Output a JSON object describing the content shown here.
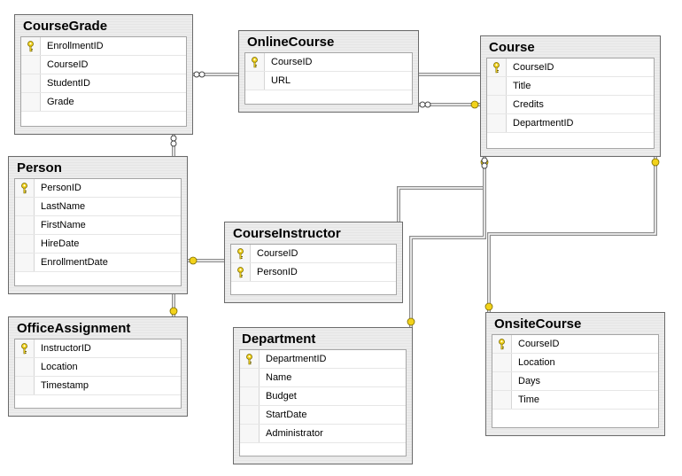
{
  "tables": [
    {
      "id": "coursegrade",
      "title": "CourseGrade",
      "columns": [
        {
          "name": "EnrollmentID",
          "key": true
        },
        {
          "name": "CourseID",
          "key": false
        },
        {
          "name": "StudentID",
          "key": false
        },
        {
          "name": "Grade",
          "key": false
        }
      ]
    },
    {
      "id": "onlinecourse",
      "title": "OnlineCourse",
      "columns": [
        {
          "name": "CourseID",
          "key": true
        },
        {
          "name": "URL",
          "key": false
        }
      ]
    },
    {
      "id": "course",
      "title": "Course",
      "columns": [
        {
          "name": "CourseID",
          "key": true
        },
        {
          "name": "Title",
          "key": false
        },
        {
          "name": "Credits",
          "key": false
        },
        {
          "name": "DepartmentID",
          "key": false
        }
      ]
    },
    {
      "id": "person",
      "title": "Person",
      "columns": [
        {
          "name": "PersonID",
          "key": true
        },
        {
          "name": "LastName",
          "key": false
        },
        {
          "name": "FirstName",
          "key": false
        },
        {
          "name": "HireDate",
          "key": false
        },
        {
          "name": "EnrollmentDate",
          "key": false
        }
      ]
    },
    {
      "id": "courseinstructor",
      "title": "CourseInstructor",
      "columns": [
        {
          "name": "CourseID",
          "key": true
        },
        {
          "name": "PersonID",
          "key": true
        }
      ]
    },
    {
      "id": "officeassignment",
      "title": "OfficeAssignment",
      "columns": [
        {
          "name": "InstructorID",
          "key": true
        },
        {
          "name": "Location",
          "key": false
        },
        {
          "name": "Timestamp",
          "key": false
        }
      ]
    },
    {
      "id": "department",
      "title": "Department",
      "columns": [
        {
          "name": "DepartmentID",
          "key": true
        },
        {
          "name": "Name",
          "key": false
        },
        {
          "name": "Budget",
          "key": false
        },
        {
          "name": "StartDate",
          "key": false
        },
        {
          "name": "Administrator",
          "key": false
        }
      ]
    },
    {
      "id": "onsitecourse",
      "title": "OnsiteCourse",
      "columns": [
        {
          "name": "CourseID",
          "key": true
        },
        {
          "name": "Location",
          "key": false
        },
        {
          "name": "Days",
          "key": false
        },
        {
          "name": "Time",
          "key": false
        }
      ]
    }
  ],
  "relationships": [
    {
      "name": "coursegrade-onlinecourse"
    },
    {
      "name": "onlinecourse-course"
    },
    {
      "name": "course-onlinecourse"
    },
    {
      "name": "coursegrade-person"
    },
    {
      "name": "courseinstructor-person"
    },
    {
      "name": "person-officeassignment"
    },
    {
      "name": "course-courseinstructor"
    },
    {
      "name": "course-department"
    },
    {
      "name": "course-onsitecourse"
    }
  ],
  "colors": {
    "key_fill": "#f2d21b",
    "key_stroke": "#7a6a00",
    "line": "#8c8c8c",
    "table_bg": "#ececec",
    "table_border": "#6b6b6b"
  }
}
